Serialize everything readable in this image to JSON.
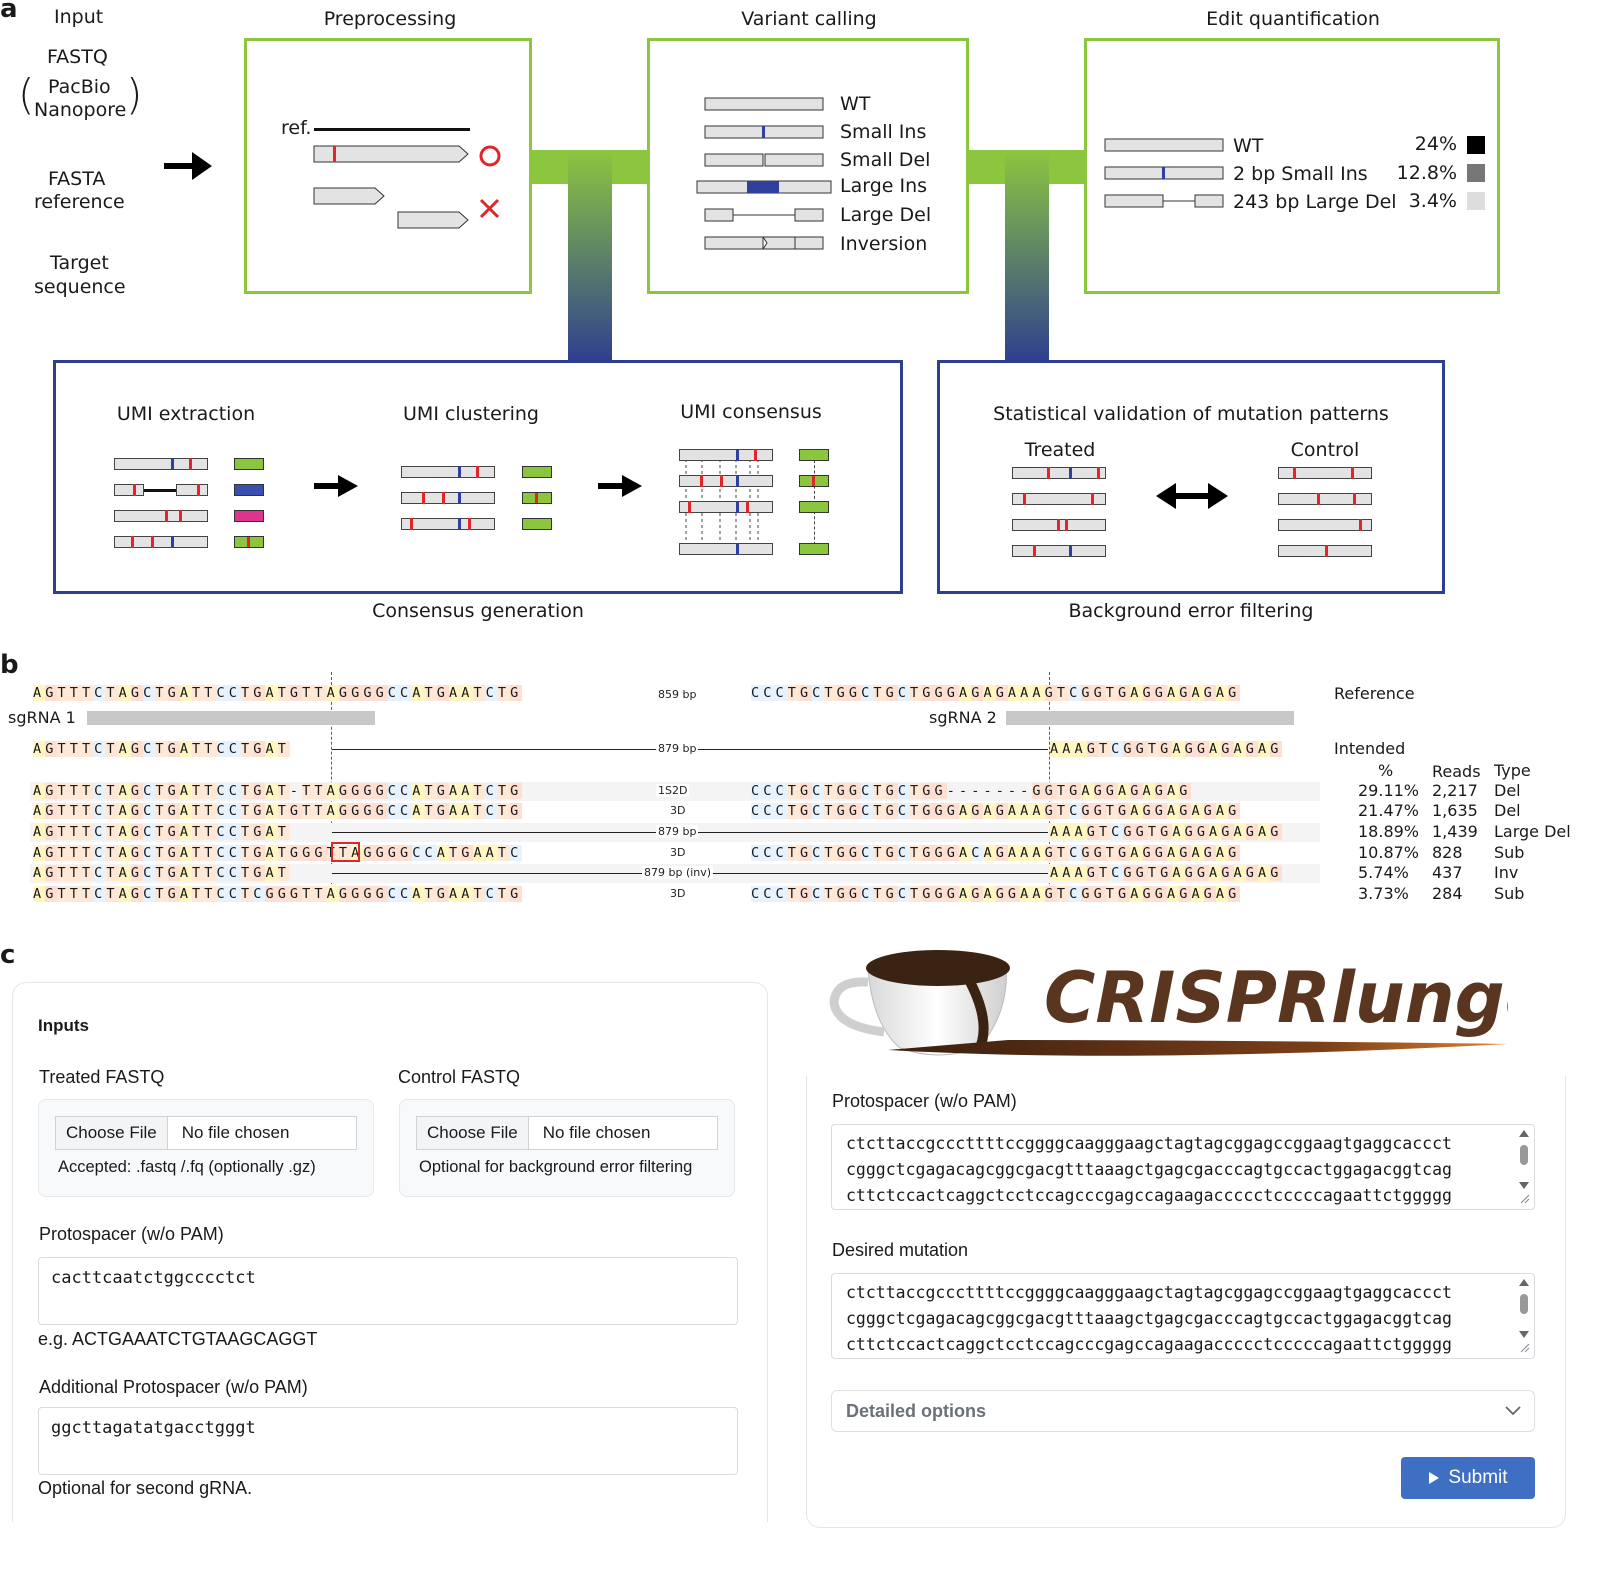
{
  "panels": {
    "a": "a",
    "b": "b",
    "c": "c"
  },
  "panel_a": {
    "input": {
      "title": "Input",
      "fastq": "FASTQ",
      "pacbio": "PacBio",
      "nanopore": "Nanopore",
      "fasta_1": "FASTA",
      "fasta_2": "reference",
      "target_1": "Target",
      "target_2": "sequence"
    },
    "preprocessing": {
      "title": "Preprocessing",
      "ref": "ref."
    },
    "variant_calling": {
      "title": "Variant calling",
      "types": [
        "WT",
        "Small Ins",
        "Small Del",
        "Large Ins",
        "Large Del",
        "Inversion"
      ]
    },
    "edit_quantification": {
      "title": "Edit quantification",
      "rows": [
        {
          "label": "WT",
          "pct": "24%",
          "color": "#000000"
        },
        {
          "label": "2 bp Small Ins",
          "pct": "12.8%",
          "color": "#777777"
        },
        {
          "label": "243 bp Large Del",
          "pct": "3.4%",
          "color": "#dddddd"
        }
      ]
    },
    "consensus": {
      "extraction": "UMI extraction",
      "clustering": "UMI clustering",
      "consensus": "UMI consensus",
      "footer": "Consensus generation"
    },
    "background": {
      "title": "Statistical validation of mutation patterns",
      "treated": "Treated",
      "control": "Control",
      "footer": "Background error filtering"
    }
  },
  "panel_b": {
    "ref_left": "AGTTTCTAGCTGATTCCTGATGTTAGGGGCCATGAATCTG",
    "ref_gap": "859 bp",
    "ref_right": "CCCTGCTGGCTGCTGGGAGAGAAAGTCGGTGAGGAGAGAG",
    "ref_label": "Reference",
    "sgrna1": "sgRNA 1",
    "sgrna2": "sgRNA 2",
    "int_left": "AGTTTCTAGCTGATTCCTGAT",
    "int_gap": "879 bp",
    "int_right": "AAAGTCGGTGAGGAGAGAG",
    "int_label": "Intended",
    "headers": {
      "pct": "%",
      "reads": "Reads",
      "type": "Type"
    },
    "rows": [
      {
        "left": "AGTTTCTAGCTGATTCCTGAT-TTAGGGGCCATGAATCTG",
        "mid": "1S2D",
        "right": "CCCTGCTGGCTGCTGG-------GGTGAGGAGAGAG",
        "pct": "29.11%",
        "reads": "2,217",
        "type": "Del"
      },
      {
        "left": "AGTTTCTAGCTGATTCCTGATGTTAGGGGCCATGAATCTG",
        "mid": "3D",
        "right": "CCCTGCTGGCTGCTGGGAGAGAAAGTCGGTGAGGAGAGAG",
        "pct": "21.47%",
        "reads": "1,635",
        "type": "Del"
      },
      {
        "left": "AGTTTCTAGCTGATTCCTGAT",
        "mid": "879 bp",
        "right": "AAAGTCGGTGAGGAGAGAG",
        "pct": "18.89%",
        "reads": "1,439",
        "type": "Large Del"
      },
      {
        "left": "AGTTTCTAGCTGATTCCTGATGGGTTAGGGGCCATGAATC",
        "mid": "3D",
        "right": "CCCTGCTGGCTGCTGGGACAGAAAGTCGGTGAGGAGAGAG",
        "pct": "10.87%",
        "reads": "828",
        "type": "Sub"
      },
      {
        "left": "AGTTTCTAGCTGATTCCTGAT",
        "mid": "879 bp (inv)",
        "right": "AAAGTCGGTGAGGAGAGAG",
        "pct": "5.74%",
        "reads": "437",
        "type": "Inv"
      },
      {
        "left": "AGTTTCTAGCTGATTCCTCGGGTTAGGGGCCATGAATCTG",
        "mid": "3D",
        "right": "CCCTGCTGGCTGCTGGGAGAGGAAGTCGGTGAGGAGAGAG",
        "pct": "3.73%",
        "reads": "284",
        "type": "Sub"
      }
    ]
  },
  "panel_c": {
    "logo_text": "CRISPRlungo",
    "inputs_title": "Inputs",
    "treated_label": "Treated FASTQ",
    "control_label": "Control FASTQ",
    "choose_file": "Choose File",
    "no_file": "No file chosen",
    "treated_help": "Accepted: .fastq /.fq (optionally .gz)",
    "control_help": "Optional for background error filtering",
    "protospacer_label": "Protospacer (w/o PAM)",
    "protospacer_value": "cacttcaatctggcccctct",
    "protospacer_help": "e.g. ACTGAAATCTGTAAGCAGGT",
    "add_protospacer_label": "Additional Protospacer (w/o PAM)",
    "add_protospacer_value": "ggcttagatatgacctgggt",
    "add_protospacer_help": "Optional for second gRNA.",
    "right_protospacer_label": "Protospacer (w/o PAM)",
    "right_protospacer_lines": [
      "ctcttaccgcccttttccggggcaagggaagctagtagcggagccggaagtgaggcaccct",
      "cgggctcgagacagcggcgacgtttaaagctgagcgacccagtgccactggagacggtcag",
      "cttctccactcaggctcctccagcccgagccagaagaccccctcccccagaattctggggg"
    ],
    "desired_label": "Desired mutation",
    "desired_lines": [
      "ctcttaccgcccttttccggggcaagggaagctagtagcggagccggaagtgaggcaccct",
      "cgggctcgagacagcggcgacgtttaaagctgagcgacccagtgccactggagacggtcag",
      "cttctccactcaggctcctccagcccgagccagaagaccccctcccccagaattctggggg"
    ],
    "detailed_options": "Detailed options",
    "submit": "Submit"
  }
}
